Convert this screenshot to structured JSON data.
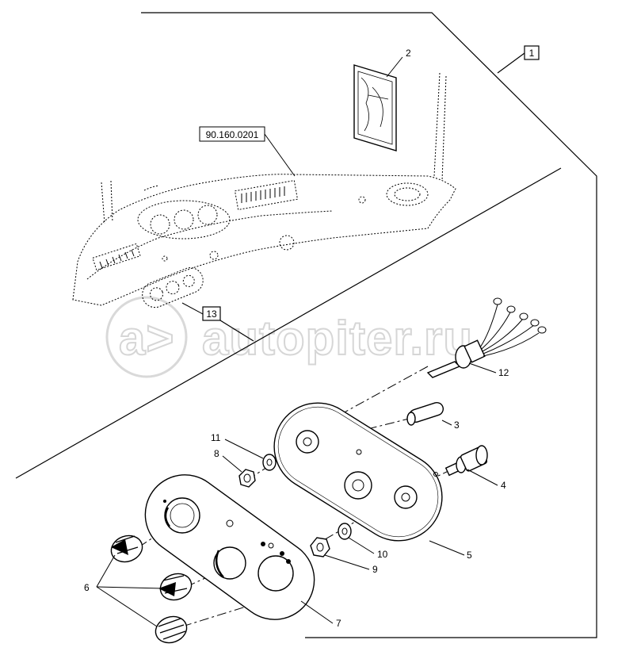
{
  "watermark": "autopiter.ru",
  "references": {
    "main_assembly": "1",
    "panel_assembly": "13",
    "cross_reference": "90.160.0201"
  },
  "callouts": {
    "decal": "2",
    "bulb": "3",
    "switch": "4",
    "mounting_plate": "5",
    "knobs": "6",
    "cover_plate": "7",
    "nut_8": "8",
    "nut_9": "9",
    "washer_10": "10",
    "washer_11": "11",
    "harness": "12"
  }
}
